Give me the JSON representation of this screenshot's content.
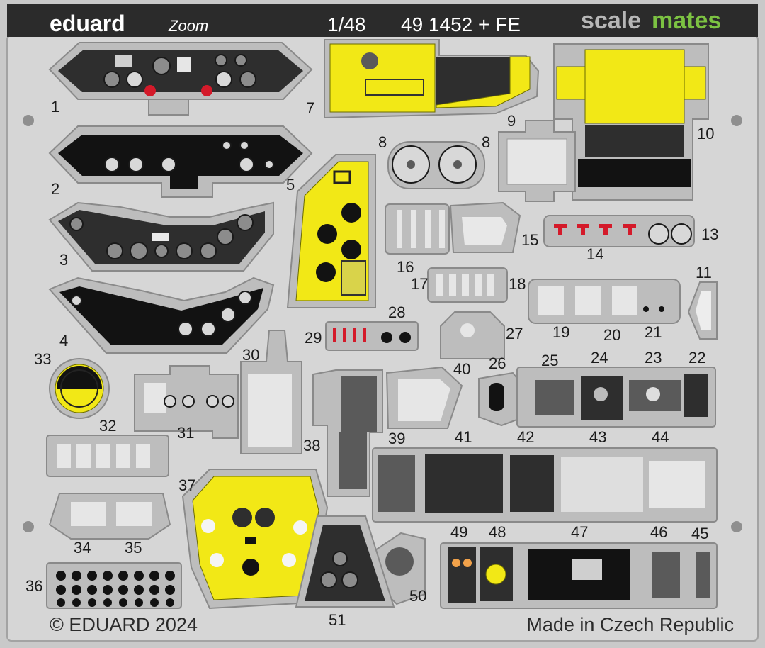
{
  "header": {
    "brand": "eduard",
    "brand_script": "Zoom",
    "scale": "1/48",
    "set_number": "49 1452 + FE",
    "watermark_left": "scale",
    "watermark_right": "mates"
  },
  "footer": {
    "copyright": "© EDUARD 2024",
    "origin": "Made in Czech Republic"
  },
  "parts": {
    "p1": "1",
    "p2": "2",
    "p3": "3",
    "p4": "4",
    "p5": "5",
    "p7": "7",
    "p8a": "8",
    "p8b": "8",
    "p9": "9",
    "p10": "10",
    "p11": "11",
    "p13": "13",
    "p14": "14",
    "p15": "15",
    "p16": "16",
    "p17": "17",
    "p18": "18",
    "p19": "19",
    "p20": "20",
    "p21": "21",
    "p22": "22",
    "p23": "23",
    "p24": "24",
    "p25": "25",
    "p26": "26",
    "p27": "27",
    "p28": "28",
    "p29": "29",
    "p30": "30",
    "p31": "31",
    "p32": "32",
    "p33": "33",
    "p34": "34",
    "p35": "35",
    "p36": "36",
    "p37": "37",
    "p38": "38",
    "p39": "39",
    "p40": "40",
    "p41": "41",
    "p42": "42",
    "p43": "43",
    "p44": "44",
    "p45": "45",
    "p46": "46",
    "p47": "47",
    "p48": "48",
    "p49": "49",
    "p50": "50",
    "p51": "51"
  },
  "colors": {
    "fret_metal": "#c9c9c9",
    "header_bar": "#2b2b2b",
    "instrument_panel_black": "#121212",
    "interior_yellow": "#f2e816",
    "warning_red": "#d41a2a",
    "watermark_green": "#7cc242"
  }
}
